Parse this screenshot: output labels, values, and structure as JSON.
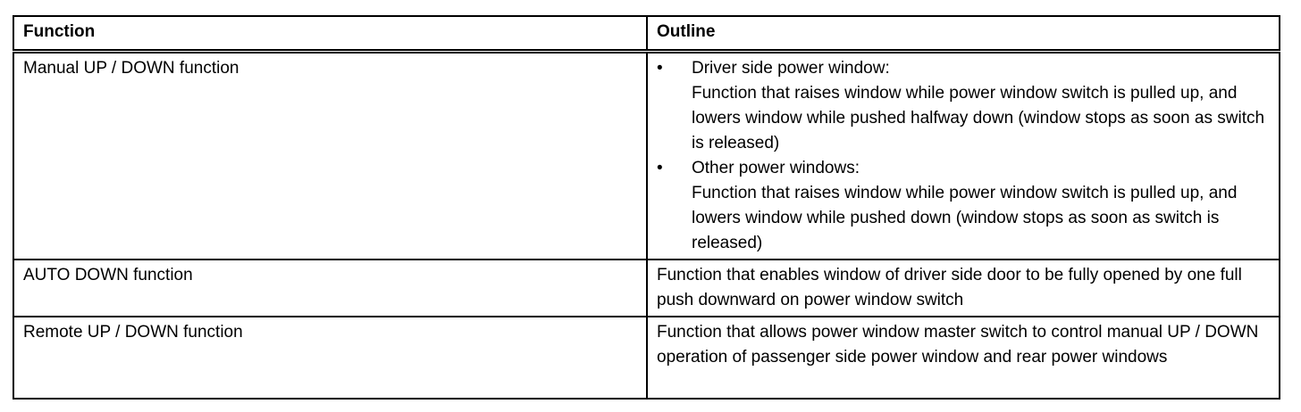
{
  "table": {
    "headers": {
      "function": "Function",
      "outline": "Outline"
    },
    "rows": [
      {
        "function": "Manual UP / DOWN function",
        "outline_items": [
          {
            "bullet": "•",
            "title": "Driver side power window:",
            "text": "Function that raises window while power window switch is pulled up, and lowers window while pushed halfway down (window stops as soon as switch is released)"
          },
          {
            "bullet": "•",
            "title": "Other power windows:",
            "text": "Function that raises window while power window switch is pulled up, and lowers window while pushed down (window stops as soon as switch is released)"
          }
        ]
      },
      {
        "function": "AUTO DOWN function",
        "outline": "Function that enables window of driver side door to be fully opened by one full push downward on power window switch"
      },
      {
        "function": "Remote UP / DOWN function",
        "outline": "Function that allows power window master switch to control manual UP / DOWN operation of passenger side power window and rear power windows"
      }
    ]
  }
}
